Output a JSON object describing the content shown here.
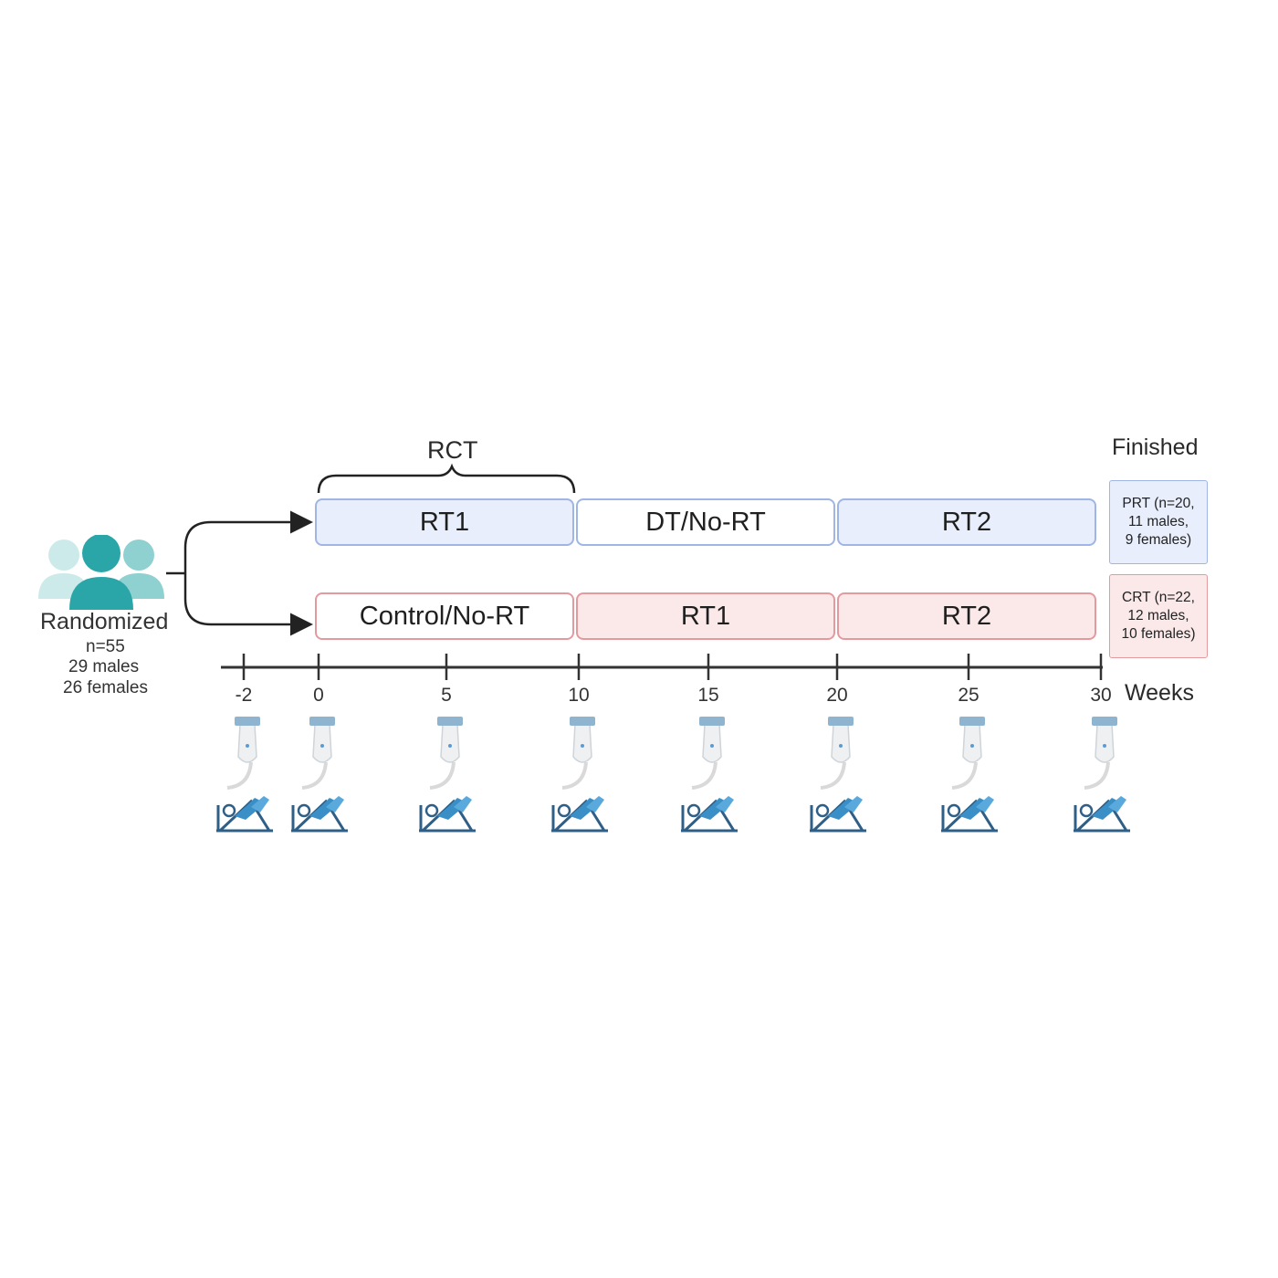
{
  "rct_label": "RCT",
  "finished_label": "Finished",
  "weeks_label": "Weeks",
  "randomized": {
    "title": "Randomized",
    "n": "n=55",
    "males": "29 males",
    "females": "26 females"
  },
  "groups": [
    {
      "phases": [
        "RT1",
        "DT/No-RT",
        "RT2"
      ],
      "finished_lines": [
        "PRT (n=20,",
        "11 males,",
        "9 females)"
      ]
    },
    {
      "phases": [
        "Control/No-RT",
        "RT1",
        "RT2"
      ],
      "finished_lines": [
        "CRT (n=22,",
        "12 males,",
        "10 females)"
      ]
    }
  ],
  "timeline_ticks": [
    "-2",
    "0",
    "5",
    "10",
    "15",
    "20",
    "25",
    "30"
  ],
  "colors": {
    "blue_fill": "#e8eefb",
    "blue_border": "#9fb5e3",
    "red_fill": "#fbe9ea",
    "red_border": "#e39a9f",
    "people_teal": "#2aa6a8"
  },
  "icons": [
    "people-icon",
    "ultrasound-probe-icon",
    "leg-press-icon"
  ]
}
